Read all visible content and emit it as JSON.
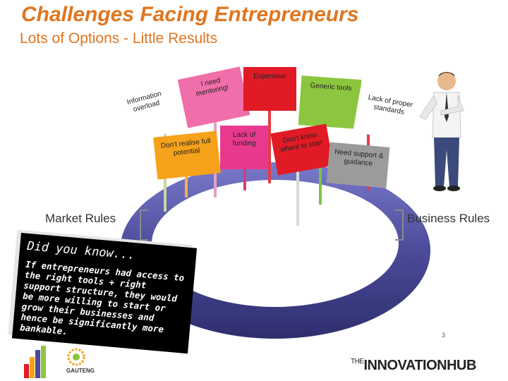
{
  "title": "Challenges Facing Entrepreneurs",
  "subtitle": "Lots of Options  - Little Results",
  "signs": [
    {
      "id": "information-overload",
      "lines": [
        "Information",
        "overload"
      ]
    },
    {
      "id": "mentoring",
      "lines": [
        "I need",
        "mentoring!"
      ]
    },
    {
      "id": "expensive",
      "lines": [
        "Expensive"
      ]
    },
    {
      "id": "generic-tools",
      "lines": [
        "Generic tools"
      ]
    },
    {
      "id": "lack-of-standards",
      "lines": [
        "Lack of proper",
        "standards"
      ]
    },
    {
      "id": "realise-potential",
      "lines": [
        "Don't realise full",
        "potential"
      ]
    },
    {
      "id": "lack-of-funding",
      "lines": [
        "Lack of",
        "funding"
      ]
    },
    {
      "id": "where-to-start",
      "lines": [
        "Don't know",
        "where to start"
      ]
    },
    {
      "id": "support-guidance",
      "lines": [
        "Need support &",
        "guidance"
      ]
    }
  ],
  "market_rules": "Market Rules",
  "business_rules": "Business Rules",
  "did_you_know": {
    "heading": "Did you know...",
    "body": "If entrepreneurs had access to the right tools + right support structure, they would be more willing to start or grow their businesses and hence be significantly more bankable."
  },
  "page_number": "3",
  "logos": {
    "innovation_hub_prefix": "THE",
    "innovation_hub": "INNOVATIONHUB",
    "gauteng": "GAUTENG"
  },
  "colors": {
    "title": "#e0761f",
    "ring": "#4b4b9a",
    "sign_orange": "#f7a21b",
    "sign_pink": "#e83a8d",
    "sign_red": "#e01b25",
    "sign_green": "#8cc63f",
    "sign_gray": "#9b9b9b",
    "sign_teal": "#2bb3a6",
    "sign_white": "#ffffff"
  }
}
